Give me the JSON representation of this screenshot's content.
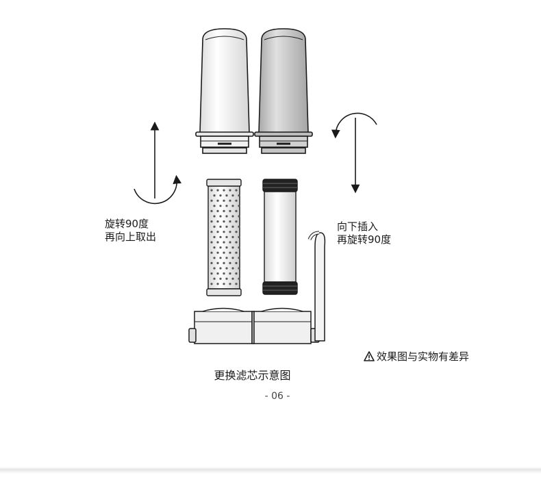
{
  "labels": {
    "left_line1": "旋转90度",
    "left_line2": "再向上取出",
    "right_line1": "向下插入",
    "right_line2": "再旋转90度"
  },
  "caption": "更换滤芯示意图",
  "page_number": "- 06 -",
  "disclaimer": {
    "icon": "warning-triangle-icon",
    "text": "效果图与实物有差异"
  },
  "colors": {
    "outline": "#1a1a1a",
    "housing_left": "#f2f2f2",
    "housing_right": "#cfcfcf",
    "seal_ring": "#222222"
  }
}
